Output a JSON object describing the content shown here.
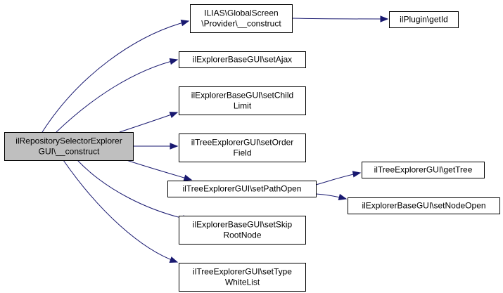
{
  "diagram": {
    "type": "call-graph",
    "colors": {
      "edge": "#191970",
      "root_fill": "#bfbfbf",
      "node_fill": "#ffffff",
      "border": "#000000"
    },
    "nodes": [
      {
        "id": "root",
        "lines": [
          "ilRepositorySelectorExplorer",
          "GUI\\__construct"
        ]
      },
      {
        "id": "n1",
        "lines": [
          "ILIAS\\GlobalScreen",
          "\\Provider\\__construct"
        ]
      },
      {
        "id": "n2",
        "lines": [
          "ilPlugin\\getId"
        ]
      },
      {
        "id": "n3",
        "lines": [
          "ilExplorerBaseGUI\\setAjax"
        ]
      },
      {
        "id": "n4",
        "lines": [
          "ilExplorerBaseGUI\\setChild",
          "Limit"
        ]
      },
      {
        "id": "n5",
        "lines": [
          "ilTreeExplorerGUI\\setOrder",
          "Field"
        ]
      },
      {
        "id": "n6",
        "lines": [
          "ilTreeExplorerGUI\\setPathOpen"
        ]
      },
      {
        "id": "n7",
        "lines": [
          "ilTreeExplorerGUI\\getTree"
        ]
      },
      {
        "id": "n8",
        "lines": [
          "ilExplorerBaseGUI\\setNodeOpen"
        ]
      },
      {
        "id": "n9",
        "lines": [
          "ilExplorerBaseGUI\\setSkip",
          "RootNode"
        ]
      },
      {
        "id": "n10",
        "lines": [
          "ilTreeExplorerGUI\\setType",
          "WhiteList"
        ]
      }
    ],
    "edges": [
      {
        "from": "root",
        "to": "n1"
      },
      {
        "from": "root",
        "to": "n3"
      },
      {
        "from": "root",
        "to": "n4"
      },
      {
        "from": "root",
        "to": "n5"
      },
      {
        "from": "root",
        "to": "n6"
      },
      {
        "from": "root",
        "to": "n9"
      },
      {
        "from": "root",
        "to": "n10"
      },
      {
        "from": "n1",
        "to": "n2"
      },
      {
        "from": "n6",
        "to": "n7"
      },
      {
        "from": "n6",
        "to": "n8"
      }
    ]
  }
}
